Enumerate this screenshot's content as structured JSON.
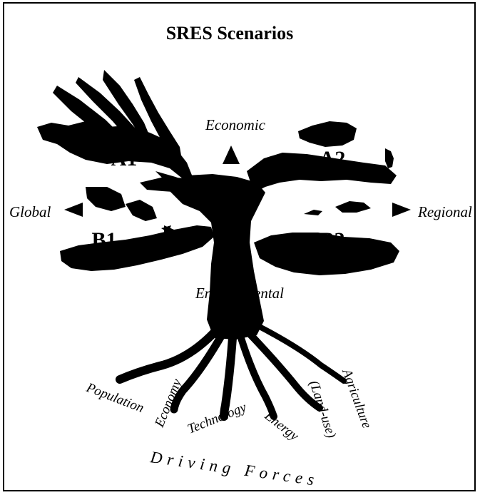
{
  "title": "SRES Scenarios",
  "quadrants": {
    "a1": "A1",
    "a2": "A2",
    "b1": "B1",
    "b2": "B2"
  },
  "axes": {
    "top": "Economic",
    "bottom": "Environmental",
    "left": "Global",
    "right": "Regional"
  },
  "forces": {
    "population": "Population",
    "economy": "Economy",
    "technology": "Technology",
    "energy": "Energy",
    "agriculture": "Agriculture",
    "land_use": "(Land-use)"
  },
  "driving_forces": "Driving Forces",
  "colors": {
    "ink": "#000000",
    "background": "#ffffff"
  }
}
